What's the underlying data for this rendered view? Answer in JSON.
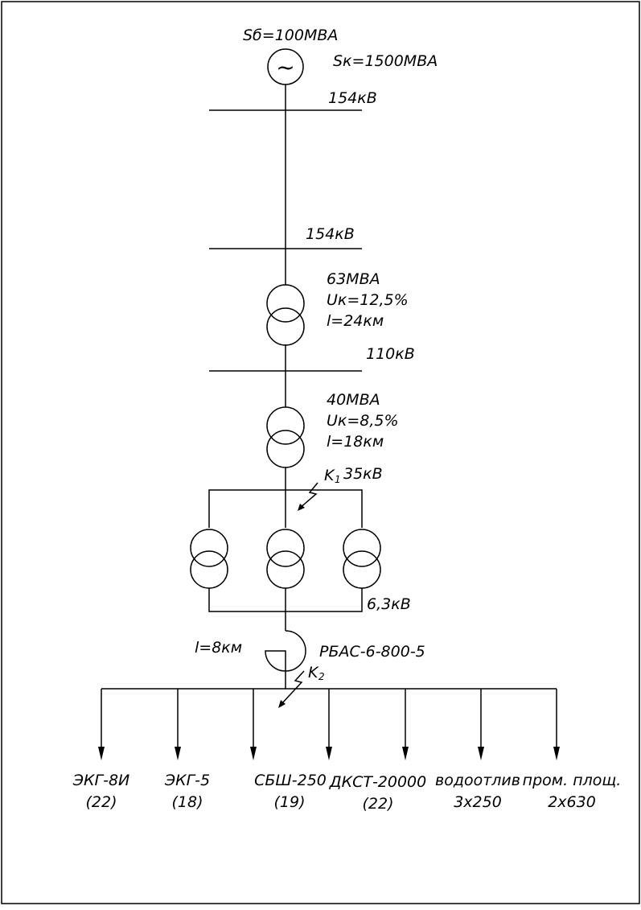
{
  "source": {
    "sb_label": "Sб=100МВА",
    "sk_label": "Sк=1500МВА",
    "symbol": "~"
  },
  "buses": {
    "bus1": "154кВ",
    "bus2": "154кВ",
    "bus3": "110кВ",
    "bus4": "35кВ",
    "bus5": "6,3кВ"
  },
  "transformer1": {
    "rating": "63МВА",
    "uk": "Uк=12,5%",
    "length": "l=24км"
  },
  "transformer2": {
    "rating": "40МВА",
    "uk": "Uк=8,5%",
    "length": "l=18км"
  },
  "faults": {
    "k1": "K",
    "k1_sub": "1",
    "k2": "K",
    "k2_sub": "2"
  },
  "reactor": {
    "length": "l=8км",
    "type": "РБАС-6-800-5"
  },
  "loads": [
    {
      "name": "ЭКГ-8И",
      "value": "(22)"
    },
    {
      "name": "ЭКГ-5",
      "value": "(18)"
    },
    {
      "name": "СБШ-250",
      "value": "(19)"
    },
    {
      "name": "ДКСТ-20000",
      "value": "(22)"
    },
    {
      "name": "водоотлив",
      "value": "3х250"
    },
    {
      "name": "пром. площ.",
      "value": "2х630"
    }
  ]
}
